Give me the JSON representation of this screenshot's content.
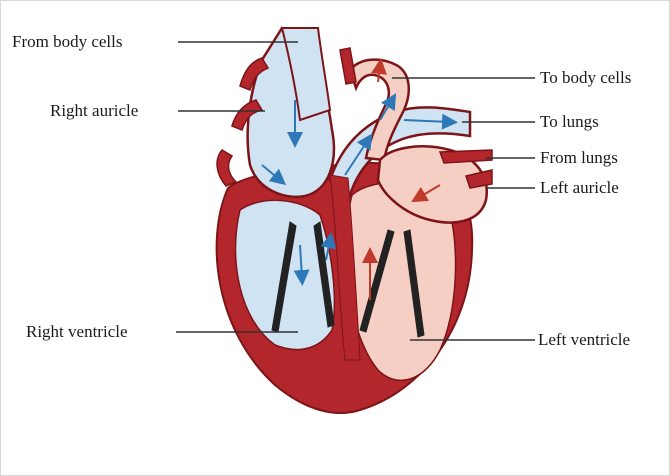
{
  "labels": {
    "from_body_cells": "From body cells",
    "right_auricle": "Right auricle",
    "right_ventricle": "Right ventricle",
    "to_body_cells": "To body cells",
    "to_lungs": "To lungs",
    "from_lungs": "From lungs",
    "left_auricle": "Left auricle",
    "left_ventricle": "Left ventricle"
  },
  "colors": {
    "muscle": "#b3262b",
    "muscle_dark": "#7d1418",
    "deoxygenated_blood": "#cfe3f2",
    "oxygenated_blood": "#f6cfc4",
    "arrow_blue": "#2f78b7",
    "arrow_red": "#c0392b",
    "leader_line": "#333333"
  },
  "icons": [
    "flow-arrow-icon"
  ]
}
